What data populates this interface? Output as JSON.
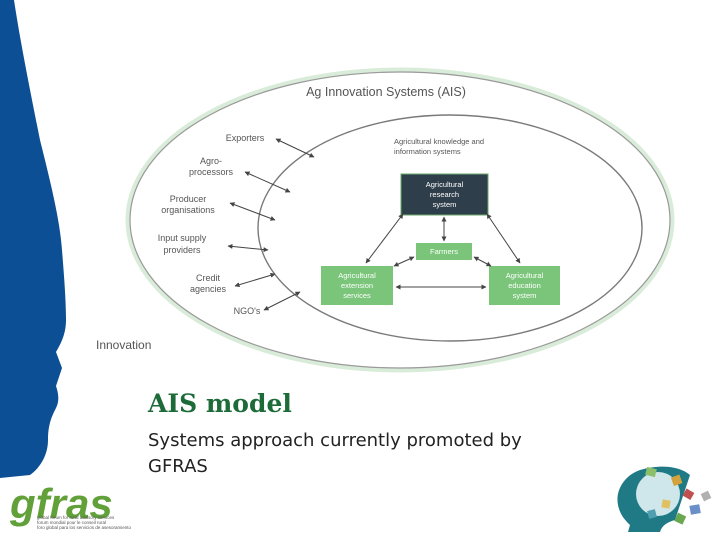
{
  "diagram": {
    "outer_title": "Ag Innovation Systems (AIS)",
    "outer_label": "Innovation",
    "inner_title_line1": "Agricultural knowledge and",
    "inner_title_line2": "information systems",
    "actors": [
      {
        "line1": "Exporters",
        "line2": ""
      },
      {
        "line1": "Agro-",
        "line2": "processors"
      },
      {
        "line1": "Producer",
        "line2": "organisations"
      },
      {
        "line1": "Input supply",
        "line2": "providers"
      },
      {
        "line1": "Credit",
        "line2": "agencies"
      },
      {
        "line1": "NGO's",
        "line2": ""
      }
    ],
    "boxes": {
      "research": {
        "line1": "Agricultural",
        "line2": "research",
        "line3": "system"
      },
      "farmers": {
        "label": "Farmers"
      },
      "extension": {
        "line1": "Agricultural",
        "line2": "extension",
        "line3": "services"
      },
      "education": {
        "line1": "Agricultural",
        "line2": "education",
        "line3": "system"
      }
    },
    "colors": {
      "research_box": "#2e3e4a",
      "green_box": "#7ac57a",
      "outline": "#8a8a8a",
      "outer_glow": "#d9ecd9"
    }
  },
  "slide": {
    "title": "AIS model",
    "subtitle_line1": "Systems approach currently promoted by",
    "subtitle_line2": "GFRAS",
    "accent": "#0d4f94"
  },
  "logo": {
    "text": "gfras",
    "tagline1": "global forum for rural advisory services",
    "tagline2": "forum mondial pour le conseil rural",
    "tagline3": "foro global para los servicios de asesoramiento"
  }
}
